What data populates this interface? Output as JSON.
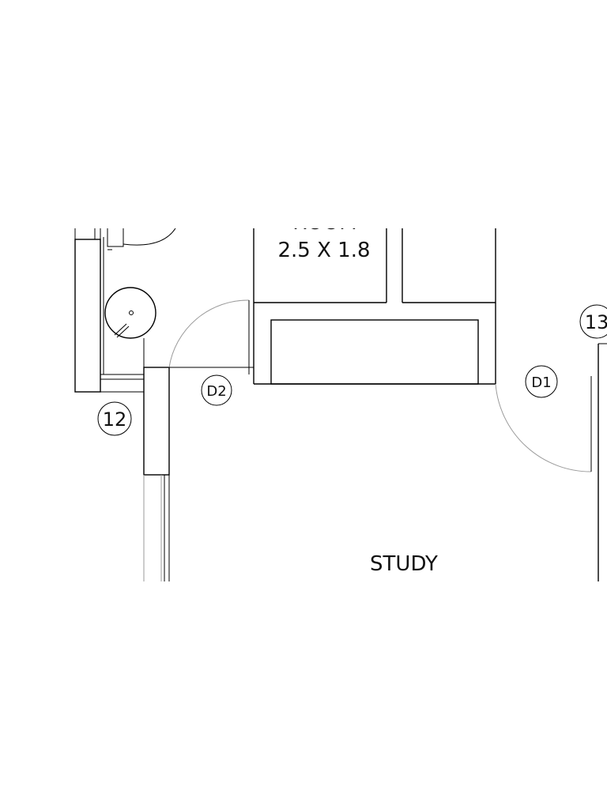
{
  "rooms": {
    "partial_name": "ROOM",
    "dimensions": "2.5 X 1.8",
    "study": "STUDY"
  },
  "tags": {
    "d2": "D2",
    "d1": "D1",
    "num_12": "12",
    "num_13": "13"
  }
}
